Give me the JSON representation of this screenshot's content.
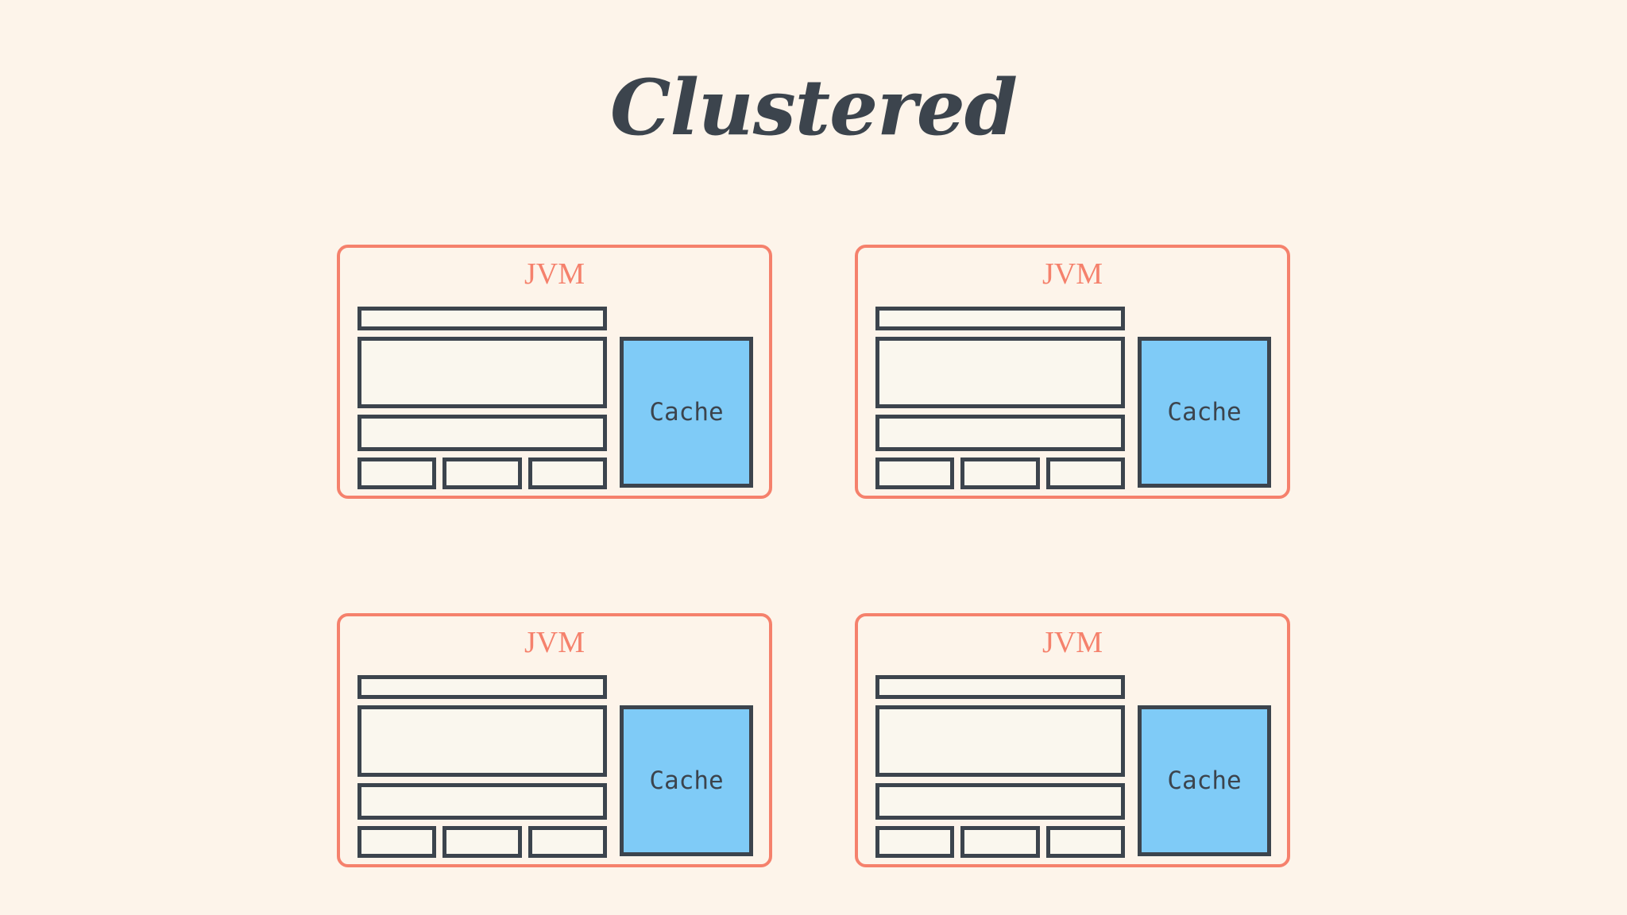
{
  "page": {
    "background_color": "#FDF4EA",
    "title": "Clustered",
    "title_color": "#3C444D"
  },
  "theme": {
    "accent_coral": "#F5816C",
    "ink_slate": "#3C444D",
    "cache_blue": "#7FCBF7",
    "panel_fill": "#FAF7EE",
    "card_fill": "#FDF4EA"
  },
  "diagram": {
    "layout": "2x2 grid of identical JVM nodes",
    "nodes": [
      {
        "id": "jvm-1",
        "label": "JVM",
        "cache_label": "Cache",
        "app_bars": [
          "bar-thin",
          "bar-tall",
          "bar-medium"
        ],
        "app_bar_row": [
          "bar-small",
          "bar-small",
          "bar-small"
        ]
      },
      {
        "id": "jvm-2",
        "label": "JVM",
        "cache_label": "Cache",
        "app_bars": [
          "bar-thin",
          "bar-tall",
          "bar-medium"
        ],
        "app_bar_row": [
          "bar-small",
          "bar-small",
          "bar-small"
        ]
      },
      {
        "id": "jvm-3",
        "label": "JVM",
        "cache_label": "Cache",
        "app_bars": [
          "bar-thin",
          "bar-tall",
          "bar-medium"
        ],
        "app_bar_row": [
          "bar-small",
          "bar-small",
          "bar-small"
        ]
      },
      {
        "id": "jvm-4",
        "label": "JVM",
        "cache_label": "Cache",
        "app_bars": [
          "bar-thin",
          "bar-tall",
          "bar-medium"
        ],
        "app_bar_row": [
          "bar-small",
          "bar-small",
          "bar-small"
        ]
      }
    ]
  }
}
